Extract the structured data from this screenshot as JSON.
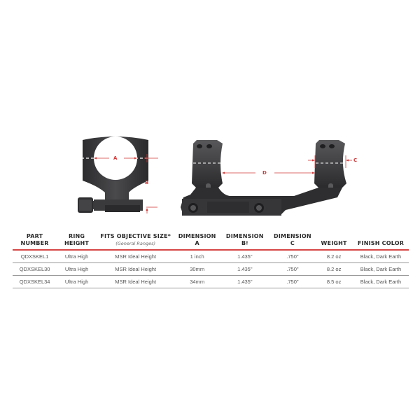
{
  "diagram": {
    "labels": {
      "a": "A",
      "b": "B",
      "c": "C",
      "d": "D"
    },
    "colors": {
      "dimension": "#d23a3a",
      "mount": "#3a3a3c",
      "table_rule": "#d64545"
    }
  },
  "table": {
    "headers": [
      {
        "line1": "PART",
        "line2": "NUMBER"
      },
      {
        "line1": "RING",
        "line2": "HEIGHT"
      },
      {
        "line1": "FITS OBJECTIVE SIZE*",
        "line2": "(General Ranges)"
      },
      {
        "line1": "DIMENSION",
        "line2": "A"
      },
      {
        "line1": "DIMENSION",
        "line2": "B",
        "sup": "†"
      },
      {
        "line1": "DIMENSION",
        "line2": "C"
      },
      {
        "line1": "WEIGHT"
      },
      {
        "line1": "FINISH COLOR"
      }
    ],
    "rows": [
      [
        "QDXSKEL1",
        "Ultra High",
        "MSR Ideal Height",
        "1 inch",
        "1.435\"",
        ".750\"",
        "8.2 oz",
        "Black, Dark Earth"
      ],
      [
        "QDXSKEL30",
        "Ultra High",
        "MSR Ideal Height",
        "30mm",
        "1.435\"",
        ".750\"",
        "8.2 oz",
        "Black, Dark Earth"
      ],
      [
        "QDXSKEL34",
        "Ultra High",
        "MSR Ideal Height",
        "34mm",
        "1.435\"",
        ".750\"",
        "8.5 oz",
        "Black, Dark Earth"
      ]
    ]
  }
}
